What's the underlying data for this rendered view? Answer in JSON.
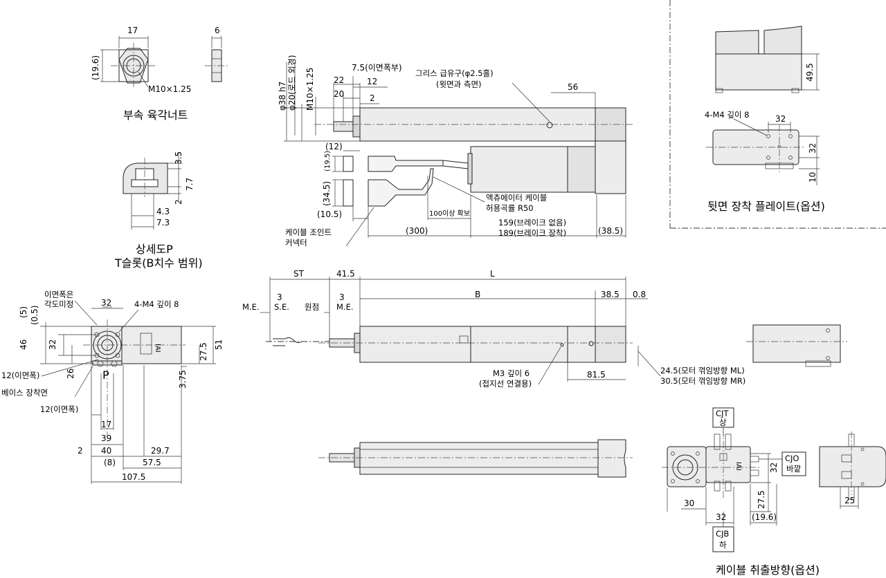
{
  "captions": {
    "nut": "부속 육각너트",
    "detail_p_line1": "상세도P",
    "detail_p_line2": "T슬롯(B치수 범위)",
    "rear_plate": "뒷면 장착 플레이트(옵션)",
    "cable_exit": "케이블 취출방향(옵션)"
  },
  "nut": {
    "w": "17",
    "t": "6",
    "h": "(19.6)",
    "thread": "M10×1.25"
  },
  "tslot": {
    "d1": "3.5",
    "d2": "7.7",
    "d3": "2",
    "d4": "4.3",
    "d5": "7.3"
  },
  "front_view": {
    "note_line1": "이면폭은",
    "note_line2": "각도미정",
    "d32": "32",
    "tap": "4-M4 깊이 8",
    "h5": "(5)",
    "h05": "(0.5)",
    "h46": "46",
    "h32": "32",
    "h51": "51",
    "h275": "27.5",
    "h26": "26",
    "h375": "3.75",
    "flat12a": "12(이면폭)",
    "base": "베이스 장착면",
    "flat12b": "12(이면폭)",
    "w17": "17",
    "w39": "39",
    "w2": "2",
    "w40": "40",
    "w8": "(8)",
    "w297": "29.7",
    "w575": "57.5",
    "w1075": "107.5",
    "p": "P"
  },
  "top_view": {
    "rod_d": "φ38 h7",
    "rod_d2": "φ20(로드 외경)",
    "thread": "M10×1.25",
    "d22": "22",
    "d20": "20",
    "d75": "7.5(이면폭부)",
    "d12": "12",
    "d2": "2",
    "grease1": "그리스 급유구(φ2.5홀)",
    "grease2": "(윗면과 측면)",
    "d56": "56",
    "d12p": "(12)",
    "d195": "(19.5)",
    "d345": "(34.5)",
    "d105": "(10.5)",
    "bend": "100이상 확보",
    "cable1": "액츄에이터 케이블",
    "cable2": "허용곡률 R50",
    "joint1": "케이블 조인트",
    "joint2": "커넥터",
    "d300": "(300)",
    "len1": "159(브레이크 없음)",
    "len2": "189(브레이크 장착)",
    "d385": "(38.5)"
  },
  "side_view": {
    "st": "ST",
    "d415": "41.5",
    "l": "L",
    "me1": "M.E.",
    "d3a": "3",
    "se": "S.E.",
    "origin": "원점",
    "d3b": "3",
    "me2": "M.E.",
    "b": "B",
    "d385": "38.5",
    "d08": "0.8",
    "m3_1": "M3 깊이 6",
    "m3_2": "(접지선 연결용)",
    "d815": "81.5",
    "ml": "24.5(모터 꺾임방향 ML)",
    "mr": "30.5(모터 꺾임방향 MR)"
  },
  "rear_plate": {
    "h495": "49.5",
    "tap": "4-M4 깊이 8",
    "d32a": "32",
    "d32b": "32",
    "d10": "10"
  },
  "cable_exit": {
    "cjt1": "CJT",
    "cjt2": "상",
    "cjo1": "CJO",
    "cjo2": "바깥",
    "cjb1": "CJB",
    "cjb2": "하",
    "d32v": "32",
    "d275": "27.5",
    "d30": "30",
    "d32h": "32",
    "d196": "(19.6)",
    "d25": "25"
  }
}
